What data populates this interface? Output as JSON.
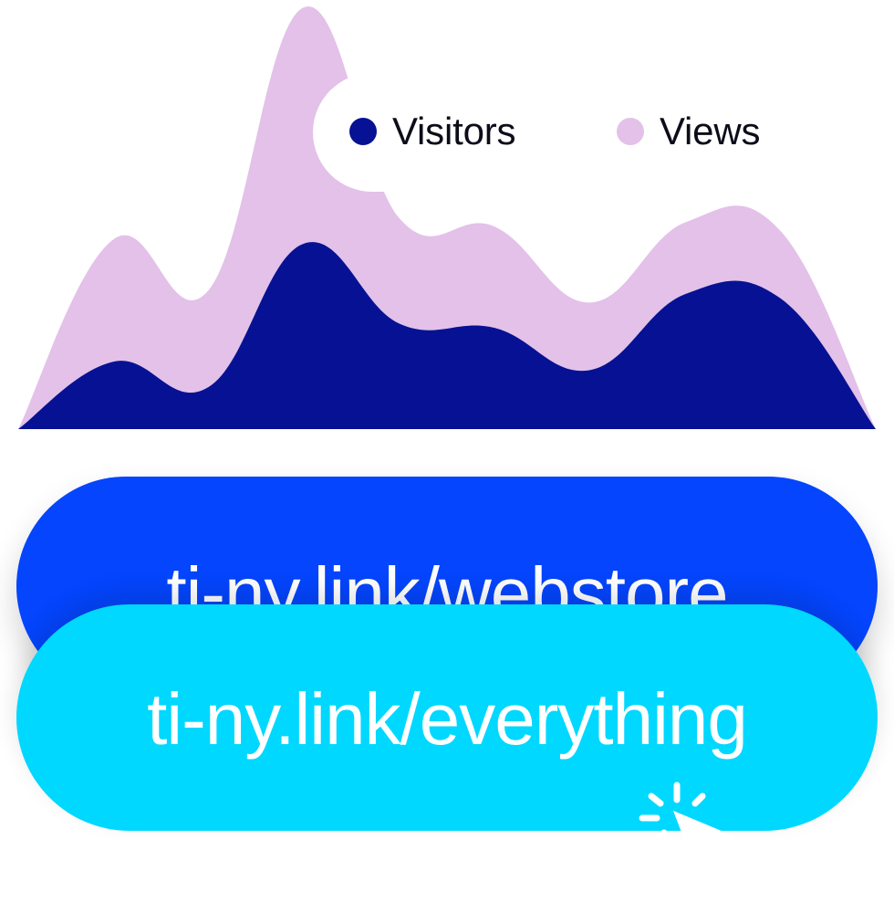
{
  "chart_data": {
    "type": "area",
    "title": "",
    "xlabel": "",
    "ylabel": "",
    "grid": false,
    "legend_position": "top-right",
    "x": [
      0,
      1,
      2,
      3,
      4,
      5,
      6,
      7,
      8,
      9
    ],
    "ylim": [
      0,
      100
    ],
    "series": [
      {
        "name": "Views",
        "color": "#e3c1e9",
        "values": [
          0,
          45,
          33,
          100,
          50,
          48,
          30,
          49,
          47,
          0
        ]
      },
      {
        "name": "Visitors",
        "color": "#061293",
        "values": [
          0,
          16,
          10,
          44,
          25,
          24,
          14,
          32,
          31,
          0
        ]
      }
    ]
  },
  "links": {
    "back": {
      "label": "ti-ny.link/webstore",
      "color": "#0445fd"
    },
    "front": {
      "label": "ti-ny.link/everything",
      "color": "#00d8ff"
    }
  },
  "icons": {
    "cursor": "click-cursor-icon"
  }
}
